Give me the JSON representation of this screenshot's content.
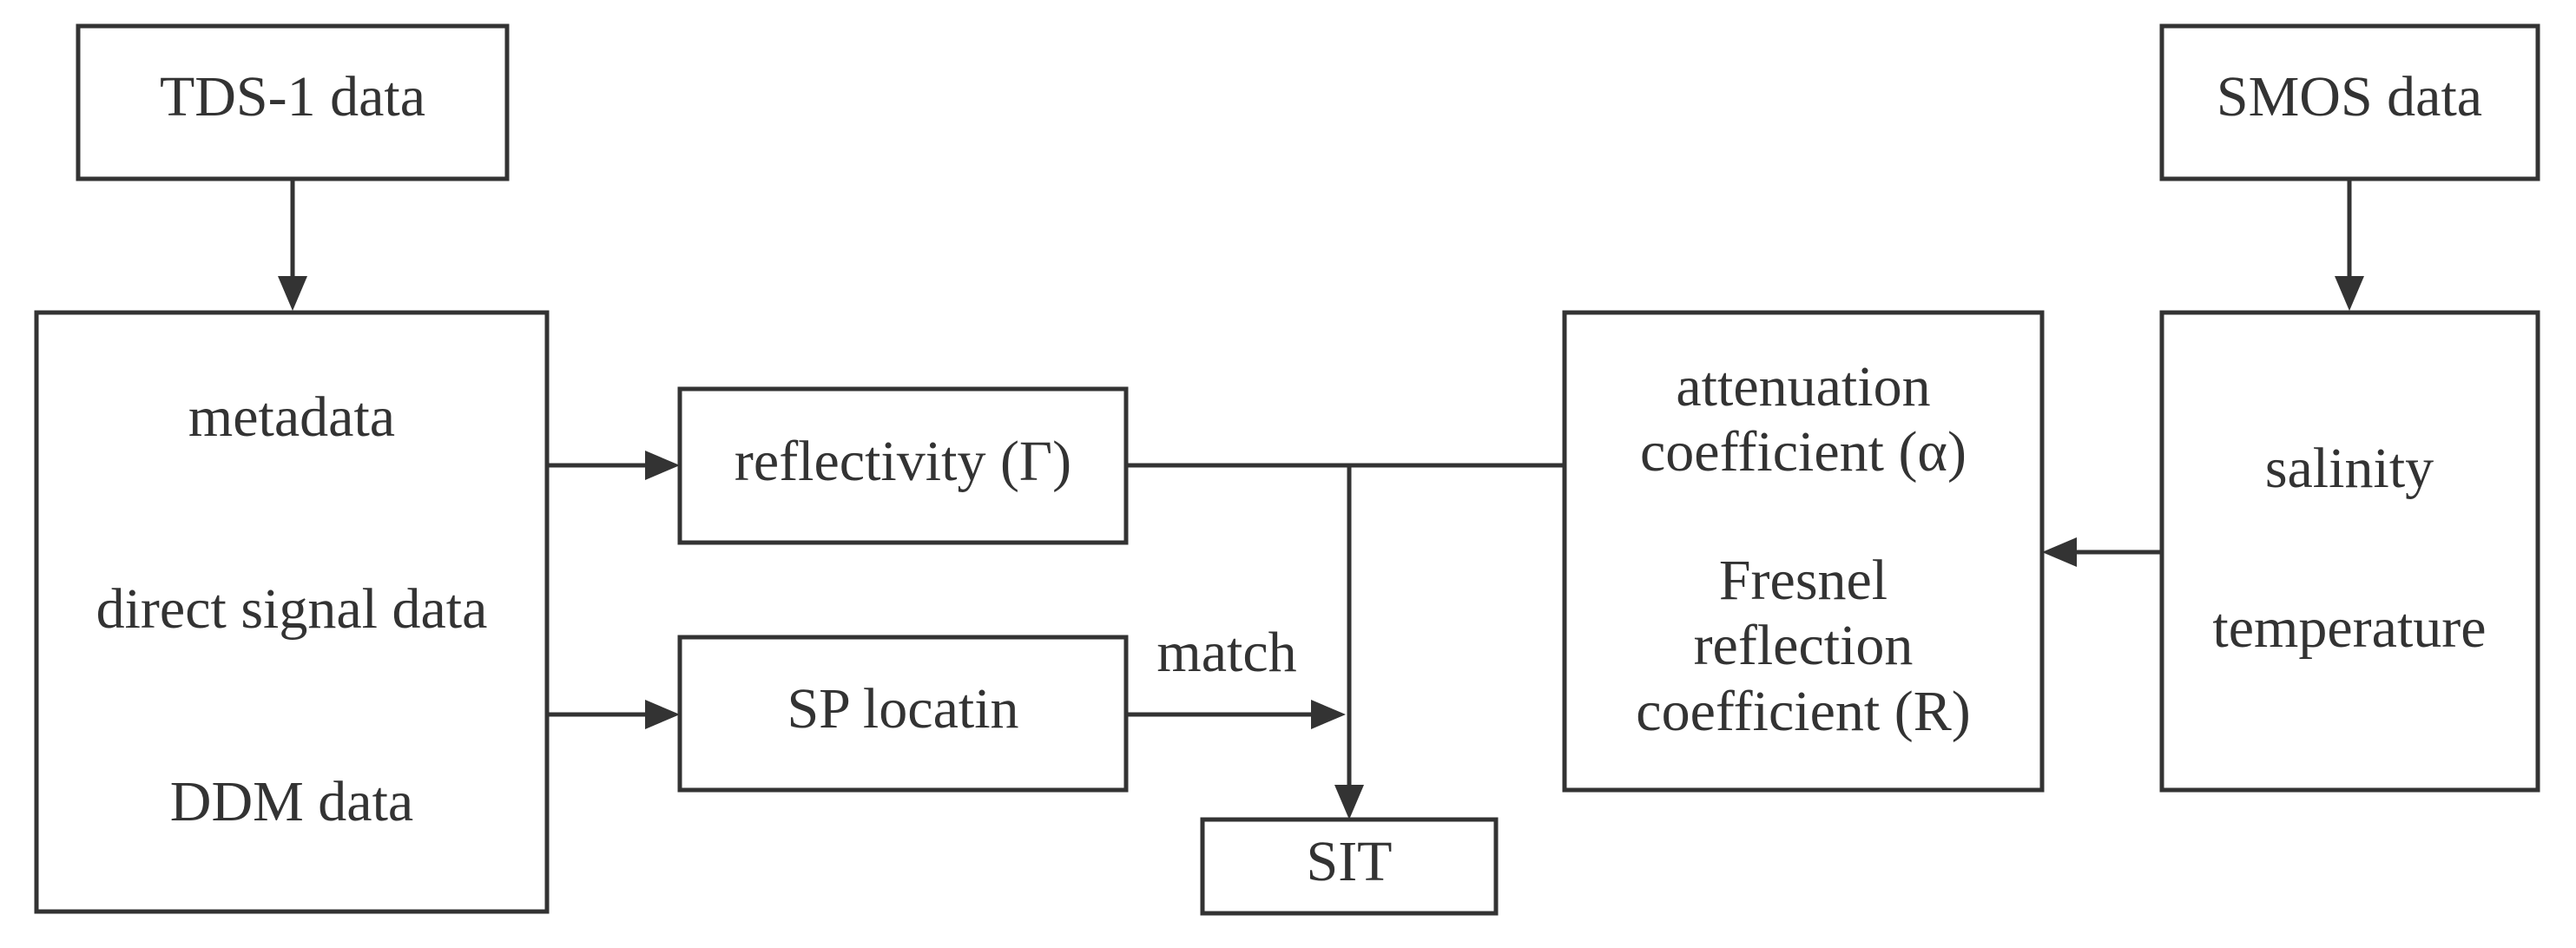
{
  "nodes": {
    "tds1_data": "TDS-1 data",
    "smos_data": "SMOS data",
    "tds_contents": {
      "metadata": "metadata",
      "direct_signal": "direct signal data",
      "ddm": "DDM data"
    },
    "reflectivity": "reflectivity (Γ)",
    "sp_location": "SP locatin",
    "sit": "SIT",
    "coefficients": {
      "attenuation_line1": "attenuation",
      "attenuation_line2": "coefficient (α)",
      "fresnel_line1": "Fresnel",
      "fresnel_line2": "reflection",
      "fresnel_line3": "coefficient (R)"
    },
    "smos_contents": {
      "salinity": "salinity",
      "temperature": "temperature"
    }
  },
  "edges": {
    "match_label": "match"
  }
}
